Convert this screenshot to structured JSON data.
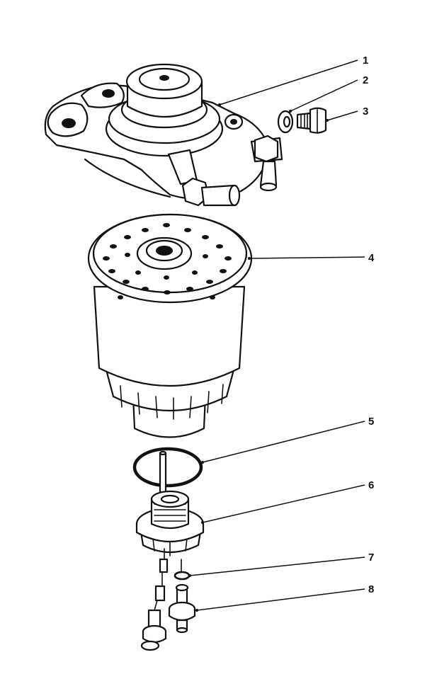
{
  "callouts": [
    {
      "id": "callout-1",
      "label": "1"
    },
    {
      "id": "callout-2",
      "label": "2"
    },
    {
      "id": "callout-3",
      "label": "3"
    },
    {
      "id": "callout-4",
      "label": "4"
    },
    {
      "id": "callout-5",
      "label": "5"
    },
    {
      "id": "callout-6",
      "label": "6"
    },
    {
      "id": "callout-7",
      "label": "7"
    },
    {
      "id": "callout-8",
      "label": "8"
    }
  ],
  "colors": {
    "ink": "#111111",
    "paper": "#ffffff"
  }
}
